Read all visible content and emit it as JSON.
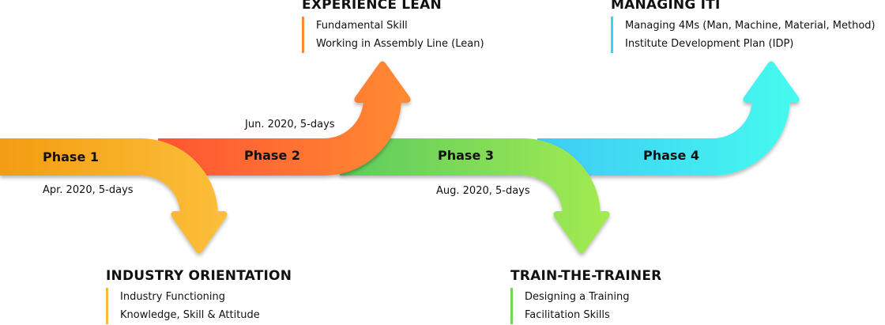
{
  "phases": [
    {
      "label": "Phase 1",
      "date": "Apr. 2020, 5-days",
      "direction": "down",
      "color_start": "#F39C12",
      "color_end": "#FBBF3A",
      "title": "INDUSTRY ORIENTATION",
      "items": [
        "Industry Functioning",
        "Knowledge, Skill & Attitude"
      ],
      "accent": "#FBB93A"
    },
    {
      "label": "Phase 2",
      "date": "Jun. 2020, 5-days",
      "direction": "up",
      "color_start": "#FF5533",
      "color_end": "#FF8A30",
      "title": "EXPERIENCE LEAN",
      "items": [
        "Fundamental Skill",
        "Working in Assembly Line (Lean)"
      ],
      "accent": "#FF8A3A"
    },
    {
      "label": "Phase 3",
      "date": "Aug. 2020, 5-days",
      "direction": "down",
      "color_start": "#5CCB5F",
      "color_end": "#A3EB50",
      "title": "TRAIN-THE-TRAINER",
      "items": [
        "Designing a Training",
        "Facilitation Skills"
      ],
      "accent": "#6FD65A"
    },
    {
      "label": "Phase 4",
      "date": "",
      "direction": "up",
      "color_start": "#3ECBF5",
      "color_end": "#45FAEE",
      "title": "MANAGING ITI",
      "items": [
        "Managing 4Ms (Man, Machine, Material, Method)",
        "Institute Development Plan (IDP)"
      ],
      "accent": "#3ED2F5"
    }
  ]
}
